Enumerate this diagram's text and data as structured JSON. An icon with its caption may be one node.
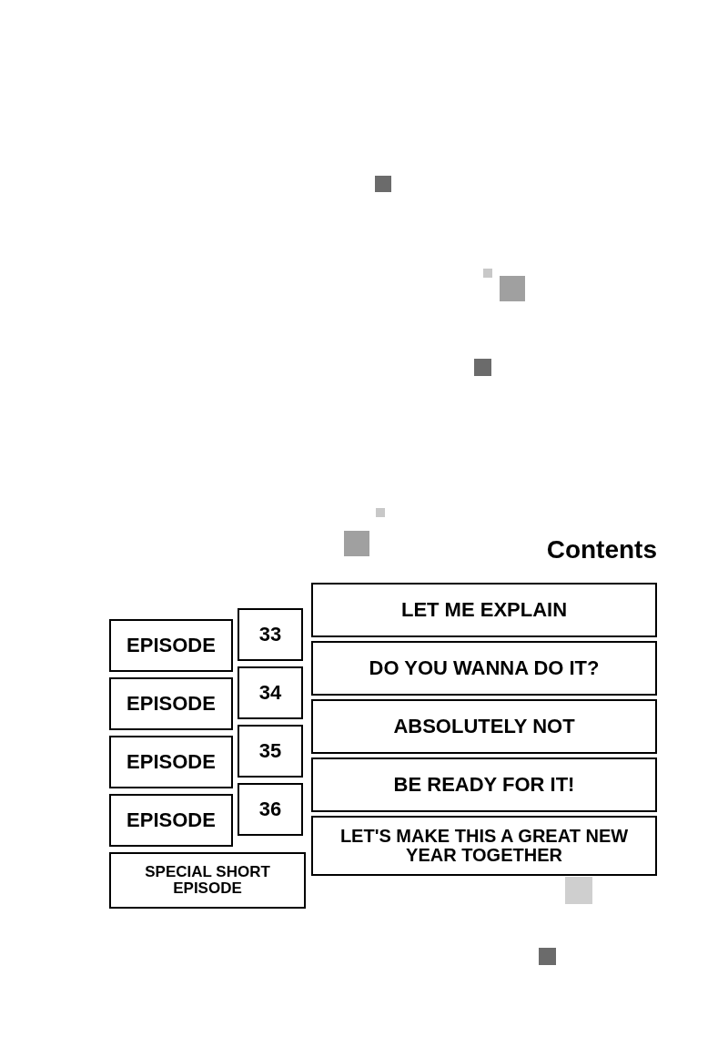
{
  "diagram": {
    "title": "Contents",
    "nodes": [
      {
        "text": [
          "EPISODE"
        ]
      },
      {
        "text": [
          "33"
        ]
      },
      {
        "text": [
          "LET ME EXPLAIN"
        ]
      },
      {
        "text": [
          "EPISODE"
        ]
      },
      {
        "text": [
          "34"
        ]
      },
      {
        "text": [
          "DO YOU WANNA DO IT?"
        ]
      },
      {
        "text": [
          "EPISODE"
        ]
      },
      {
        "text": [
          "35"
        ]
      },
      {
        "text": [
          "ABSOLUTELY NOT"
        ]
      },
      {
        "text": [
          "EPISODE"
        ]
      },
      {
        "text": [
          "36"
        ]
      },
      {
        "text": [
          "BE READY FOR IT!"
        ]
      },
      {
        "text": [
          "SPECIAL SHORT EPISODE"
        ]
      },
      {
        "text": [
          "LET'S MAKE THIS A GREAT NEW YEAR TOGETHER"
        ]
      }
    ]
  }
}
